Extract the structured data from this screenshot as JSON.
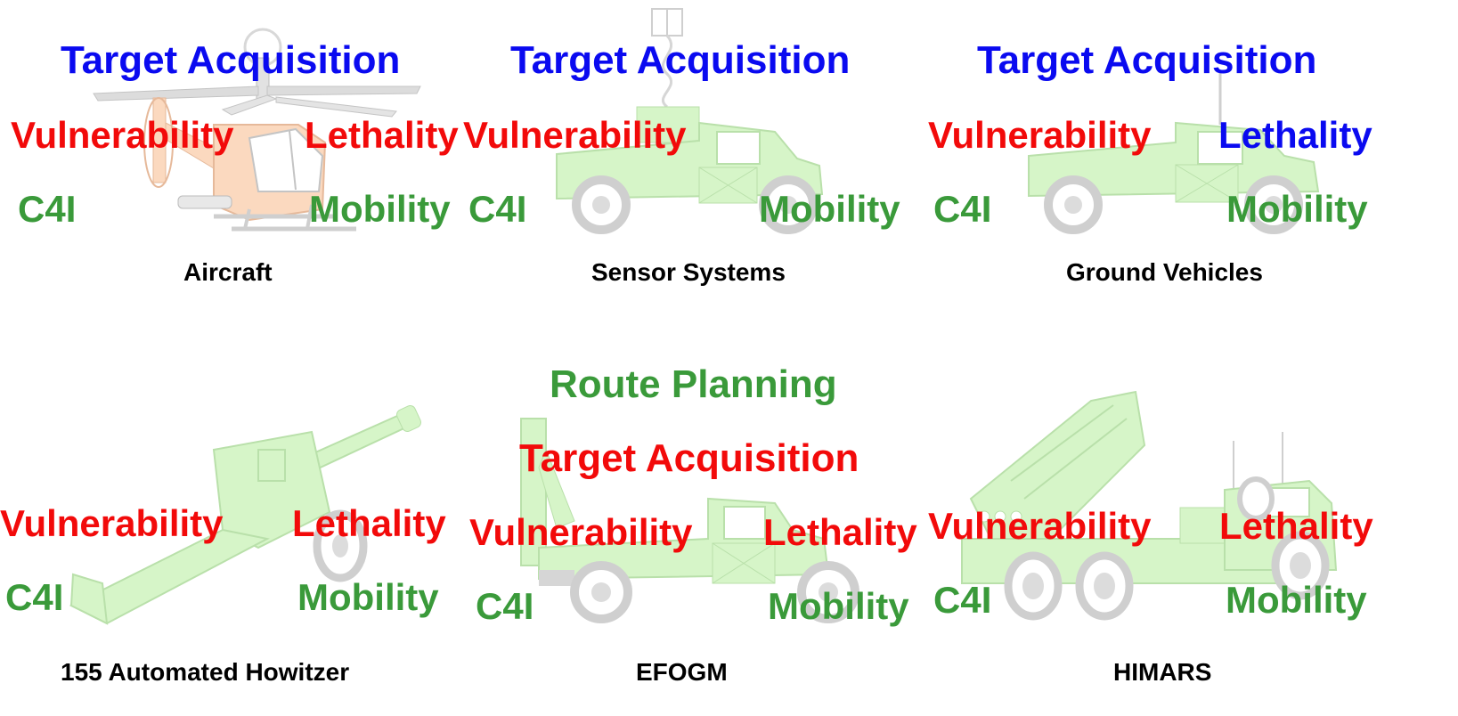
{
  "colors": {
    "blue": "#0a0af0",
    "red": "#f20a0a",
    "green": "#3a9a3a",
    "vehicle_fill": "#d6f5c8",
    "vehicle_stroke": "#b9e0aa",
    "aircraft_fill": "#fbd9bf",
    "wheel": "#c9c9c9"
  },
  "panels": {
    "aircraft": {
      "target": "Target Acquisition",
      "vulnerability": "Vulnerability",
      "lethality": "Lethality",
      "c4i": "C4I",
      "mobility": "Mobility",
      "caption": "Aircraft",
      "icon": "helicopter-icon"
    },
    "sensor": {
      "target": "Target Acquisition",
      "vulnerability": "Vulnerability",
      "c4i": "C4I",
      "mobility": "Mobility",
      "caption": "Sensor Systems",
      "icon": "humvee-sensor-icon"
    },
    "ground": {
      "target": "Target Acquisition",
      "vulnerability": "Vulnerability",
      "lethality": "Lethality",
      "c4i": "C4I",
      "mobility": "Mobility",
      "caption": "Ground Vehicles",
      "icon": "humvee-icon"
    },
    "howitzer": {
      "vulnerability": "Vulnerability",
      "lethality": "Lethality",
      "c4i": "C4I",
      "mobility": "Mobility",
      "caption": "155 Automated Howitzer",
      "icon": "howitzer-icon"
    },
    "efogm": {
      "route": "Route Planning",
      "target": "Target Acquisition",
      "vulnerability": "Vulnerability",
      "lethality": "Lethality",
      "c4i": "C4I",
      "mobility": "Mobility",
      "caption": "EFOGM",
      "icon": "efogm-launcher-icon"
    },
    "himars": {
      "vulnerability": "Vulnerability",
      "lethality": "Lethality",
      "c4i": "C4I",
      "mobility": "Mobility",
      "caption": "HIMARS",
      "icon": "himars-truck-icon"
    }
  }
}
